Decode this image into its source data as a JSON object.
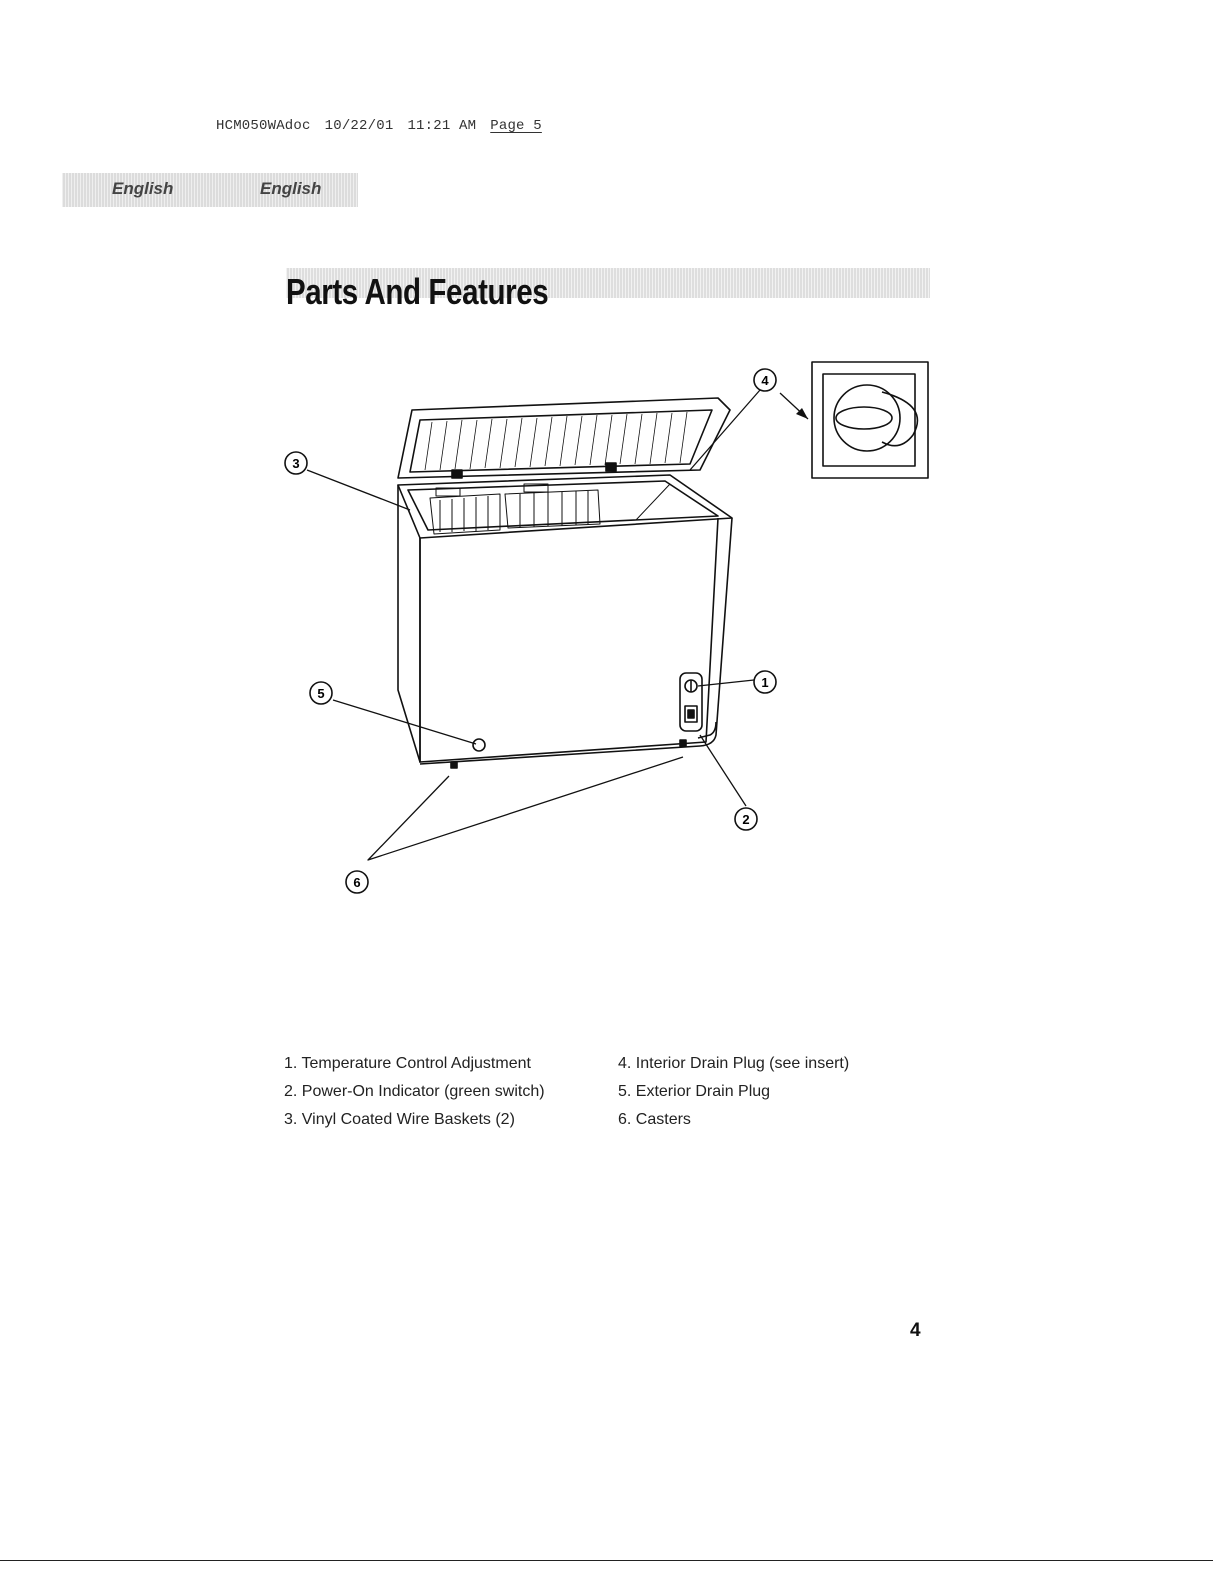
{
  "file_header": {
    "filename": "HCM050WAdoc",
    "date": "10/22/01",
    "time": "11:21 AM",
    "page_label": "Page 5"
  },
  "language_tabs": [
    "English",
    "English"
  ],
  "title": "Parts And Features",
  "callouts": [
    "1",
    "2",
    "3",
    "4",
    "5",
    "6"
  ],
  "legend": {
    "left": [
      "1. Temperature Control Adjustment",
      "2. Power-On Indicator (green switch)",
      "3. Vinyl Coated Wire Baskets (2)"
    ],
    "right": [
      "4. Interior Drain Plug (see insert)",
      "5. Exterior Drain Plug",
      "6. Casters"
    ]
  },
  "page_number": "4"
}
